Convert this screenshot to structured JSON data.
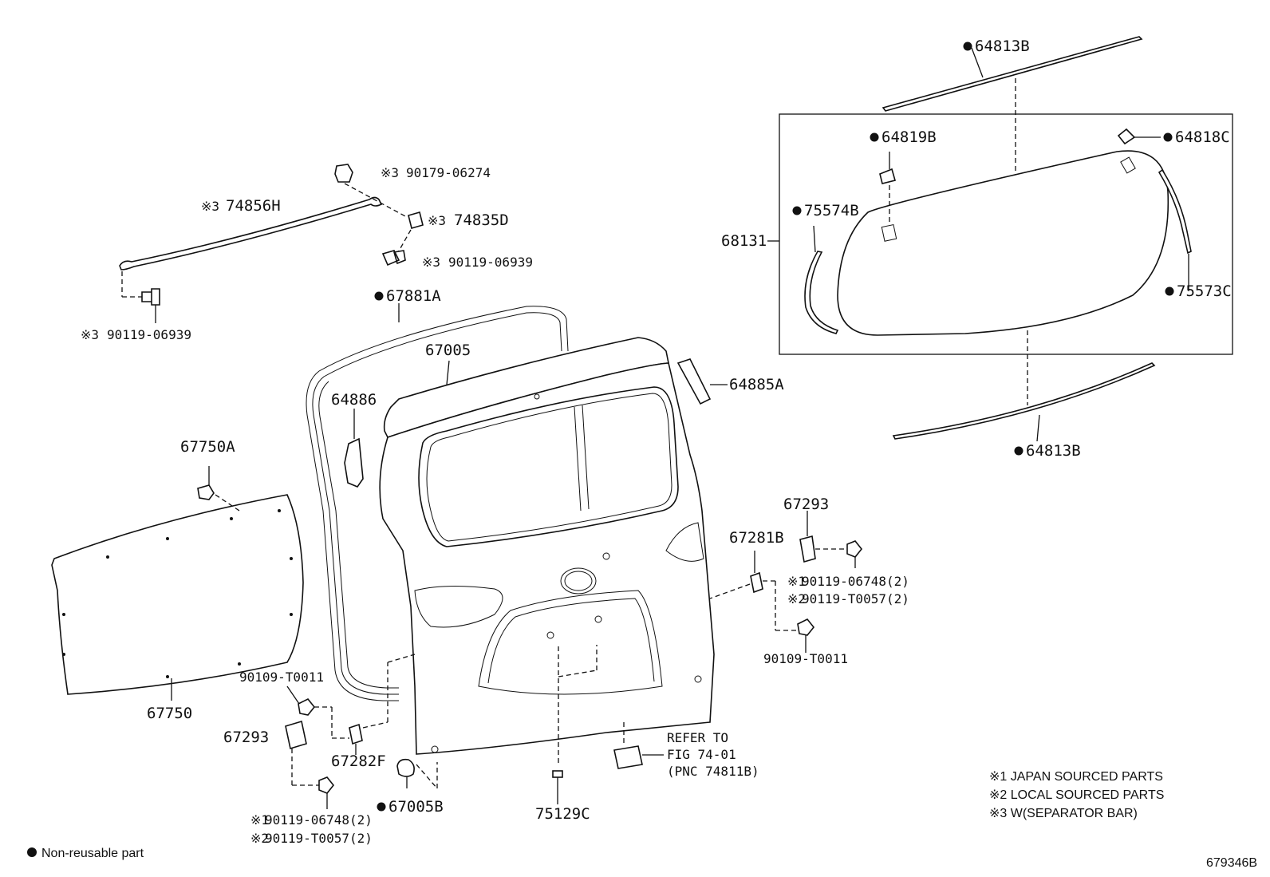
{
  "labels": [
    {
      "id": "p64813B_top",
      "text": "64813B",
      "dot": true
    },
    {
      "id": "p64819B",
      "text": "64819B",
      "dot": true
    },
    {
      "id": "p64818C",
      "text": "64818C",
      "dot": true
    },
    {
      "id": "p75574B",
      "text": "75574B",
      "dot": true
    },
    {
      "id": "p68131",
      "text": "68131",
      "dot": false
    },
    {
      "id": "p75573C",
      "text": "75573C",
      "dot": true
    },
    {
      "id": "p64813B_bot",
      "text": "64813B",
      "dot": true
    },
    {
      "id": "p90179",
      "text": "90179-06274",
      "prefix": "※3"
    },
    {
      "id": "p74856H",
      "text": "74856H",
      "prefix": "※3"
    },
    {
      "id": "p74835D",
      "text": "74835D",
      "prefix": "※3"
    },
    {
      "id": "p90119_a",
      "text": "90119-06939",
      "prefix": "※3"
    },
    {
      "id": "p90119_b",
      "text": "90119-06939",
      "prefix": "※3"
    },
    {
      "id": "p67881A",
      "text": "67881A",
      "dot": true
    },
    {
      "id": "p67005",
      "text": "67005",
      "dot": false
    },
    {
      "id": "p64885A",
      "text": "64885A",
      "dot": false
    },
    {
      "id": "p64886",
      "text": "64886",
      "dot": false
    },
    {
      "id": "p67750A",
      "text": "67750A",
      "dot": false
    },
    {
      "id": "p67293_r",
      "text": "67293",
      "dot": false
    },
    {
      "id": "p67281B",
      "text": "67281B",
      "dot": false
    },
    {
      "id": "p90119_06748_r",
      "text": "90119-06748(2)",
      "prefix": "※1"
    },
    {
      "id": "p90119_T0057_r",
      "text": "90119-T0057(2)",
      "prefix": "※2"
    },
    {
      "id": "p90109_r",
      "text": "90109-T0011",
      "dot": false
    },
    {
      "id": "p90109_l",
      "text": "90109-T0011",
      "dot": false
    },
    {
      "id": "p67750",
      "text": "67750",
      "dot": false
    },
    {
      "id": "p67293_l",
      "text": "67293",
      "dot": false
    },
    {
      "id": "p67282F",
      "text": "67282F",
      "dot": false
    },
    {
      "id": "p67005B",
      "text": "67005B",
      "dot": true
    },
    {
      "id": "p75129C",
      "text": "75129C",
      "dot": false
    },
    {
      "id": "p90119_06748_l",
      "text": "90119-06748(2)",
      "prefix": "※1"
    },
    {
      "id": "p90119_T0057_l",
      "text": "90119-T0057(2)",
      "prefix": "※2"
    }
  ],
  "refer": [
    "REFER TO",
    "FIG 74-01",
    "(PNC 74811B)"
  ],
  "notes": [
    "※1 JAPAN SOURCED PARTS",
    "※2 LOCAL SOURCED PARTS",
    "※3 W(SEPARATOR BAR)"
  ],
  "legend": {
    "text": "Non-reusable part"
  },
  "figure_id": "679346B"
}
